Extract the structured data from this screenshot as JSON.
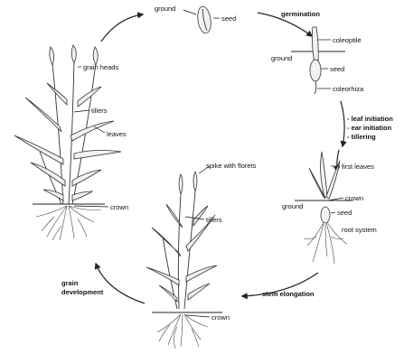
{
  "stages": {
    "germination": "germination",
    "initiation": [
      "- leaf initiation",
      "- ear initiation",
      "- tillering"
    ],
    "stem_elongation": "stem elongation",
    "grain_development": [
      "grain",
      "development"
    ]
  },
  "labels": {
    "ground_top": "ground",
    "seed_top": "seed",
    "coleoptile": "coleoptile",
    "ground_germ": "ground",
    "seed_germ": "seed",
    "coleorhiza": "coleorhiza",
    "first_leaves": "first leaves",
    "ground_seedling": "ground",
    "crown_seedling": "crown",
    "seed_seedling": "seed",
    "root_system": "root system",
    "spike_with_florets": "spike with florets",
    "tillers_stem": "tillers",
    "crown_stem": "crown",
    "grain_heads": "grain heads",
    "tillers_mature": "tillers",
    "leaves": "leaves",
    "crown_mature": "crown"
  }
}
